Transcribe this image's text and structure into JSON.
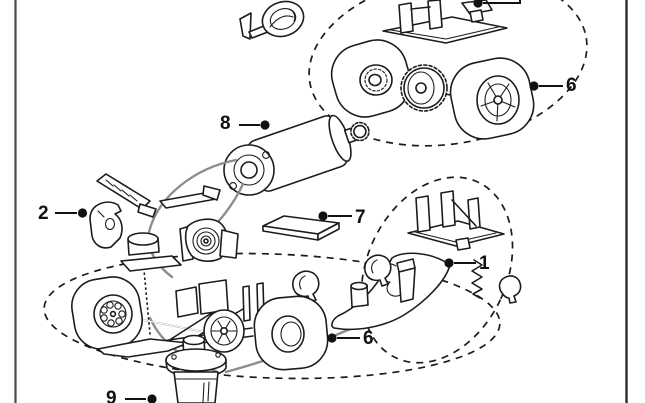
{
  "diagram": {
    "type": "exploded-parts-diagram",
    "description": "Line-art exploded view of a small motorized car chassis kit with numbered part callouts",
    "colors": {
      "background": "#ffffff",
      "line": "#1c1c1c",
      "wire": "#8d8d8d",
      "page_border_left": "#4a4a4a",
      "page_border_right": "#2b2b2b",
      "label": "#111111"
    },
    "callouts": [
      {
        "part": "chassis-pan-group",
        "label": "1"
      },
      {
        "part": "front-guide-bracket",
        "label": "2"
      },
      {
        "part": "rear-axle-wheel-set",
        "label": "6"
      },
      {
        "part": "rear-wheel",
        "label": "6"
      },
      {
        "part": "bar-weight",
        "label": "7"
      },
      {
        "part": "motor",
        "label": "8"
      },
      {
        "part": "can-motor",
        "label": "9"
      }
    ]
  }
}
